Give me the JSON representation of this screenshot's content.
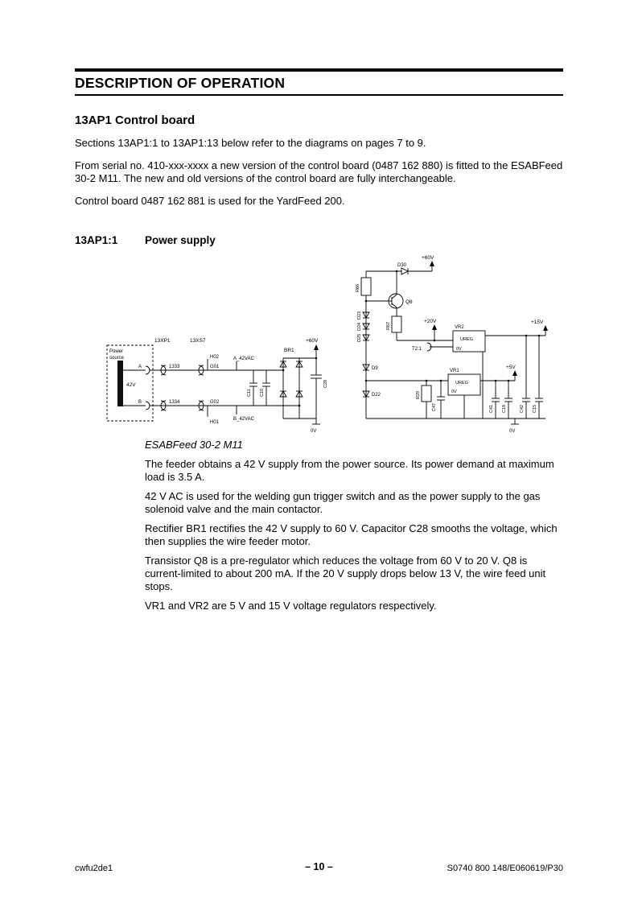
{
  "header": {
    "title": "DESCRIPTION OF OPERATION"
  },
  "section_title": "13AP1 Control board",
  "intro": [
    "Sections 13AP1:1 to 13AP1:13 below refer to the diagrams on pages 7 to 9.",
    "From serial no. 410-xxx-xxxx a new version of the control board (0487 162 880) is fitted to the ESABFeed 30-2 M11. The new and old versions of the control board are fully interchangeable.",
    "Control board 0487 162 881 is used for the YardFeed 200."
  ],
  "subsection": {
    "number": "13AP1:1",
    "title": "Power supply"
  },
  "caption": "ESABFeed 30-2 M11",
  "body": [
    "The feeder obtains a 42 V supply from the power source. Its power demand at maximum load is 3.5 A.",
    "42 V AC is used for the welding gun trigger switch and as the power supply to the gas solenoid valve and the main contactor.",
    "Rectifier BR1 rectifies the 42 V supply to 60 V. Capacitor C28 smooths the voltage, which then supplies the wire feeder motor.",
    "Transistor Q8 is a pre-regulator which reduces the voltage from 60 V to 20 V. Q8 is current-limited to about 200 mA. If the 20 V supply drops below 13 V, the wire feed unit stops.",
    "VR1 and VR2 are 5 V and 15 V voltage regulators respectively."
  ],
  "footer": {
    "left": "cwfu2de1",
    "center": "– 10 –",
    "right": "S0740 800 148/E060619/P30"
  },
  "schematic": {
    "power_source": {
      "line1": "Power",
      "line2": "source",
      "voltage": "42V",
      "terminal_a": "A",
      "terminal_b": "B"
    },
    "connectors": {
      "xp1": "13XP1",
      "xs7": "13XS7",
      "wire_a_no": "1333",
      "wire_b_no": "1334",
      "pin_h02": "H02",
      "pin_g01": "G01",
      "pin_g02": "G02",
      "pin_h01": "H01"
    },
    "nets": {
      "a42vac": "A_42VAC",
      "b42vac": "B_42VAC",
      "p60v_left": "+60V",
      "p60v_right": "+60V",
      "p20v": "+20V",
      "p15v": "+15V",
      "p5v": "+5V",
      "ov_left": "0V",
      "ov_right": "0V",
      "t21": "T2:1"
    },
    "components": {
      "c11": "C11",
      "c10": "C10",
      "br1": "BR1",
      "c28": "C28",
      "d30": "D30",
      "r66": "R66",
      "q8": "Q8",
      "d23": "D23",
      "d24": "D24",
      "d25": "D25",
      "r67": "R67",
      "vr2": "VR2",
      "vr2_type": "UREG",
      "vr2_ov": "0V",
      "vr1": "VR1",
      "vr1_type": "UREG",
      "vr1_ov": "0V",
      "d9": "D9",
      "d22": "D22",
      "r29": "R29",
      "c47": "C47",
      "c41": "C41",
      "c18": "C18",
      "c42": "C42",
      "c15": "C15"
    }
  }
}
